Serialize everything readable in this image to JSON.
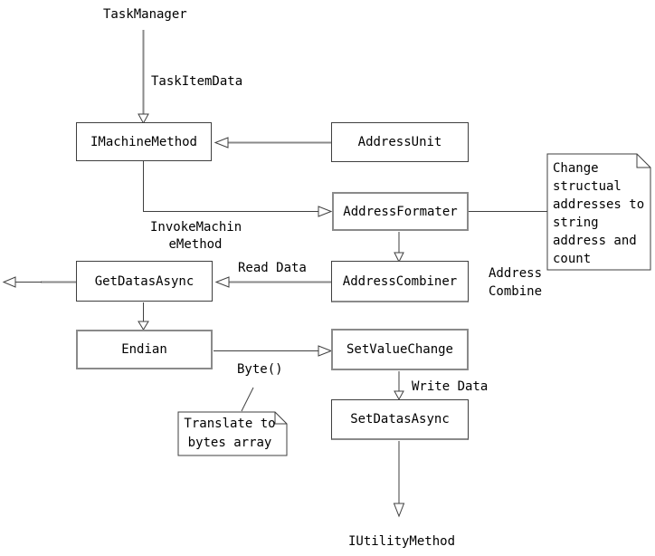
{
  "diagram": {
    "external_labels": {
      "task_manager": "TaskManager",
      "iutility_method": "IUtilityMethod"
    },
    "nodes": [
      {
        "id": "imachinemethod",
        "label": "IMachineMethod"
      },
      {
        "id": "addressunit",
        "label": "AddressUnit"
      },
      {
        "id": "addressformater",
        "label": "AddressFormater"
      },
      {
        "id": "getdatasasync",
        "label": "GetDatasAsync"
      },
      {
        "id": "addresscombiner",
        "label": "AddressCombiner"
      },
      {
        "id": "endian",
        "label": "Endian"
      },
      {
        "id": "setvaluechange",
        "label": "SetValueChange"
      },
      {
        "id": "setdatasasync",
        "label": "SetDatasAsync"
      }
    ],
    "edge_labels": {
      "task_item_data": "TaskItemData",
      "invoke_machine_line1": "InvokeMachin",
      "invoke_machine_line2": "eMethod",
      "read_data": "Read Data",
      "address_combine_line1": "Address",
      "address_combine_line2": "Combine",
      "byte": "Byte()",
      "write_data": "Write Data"
    },
    "notes": [
      {
        "lines": [
          "Change",
          "structual",
          "addresses to",
          "string",
          "address and",
          "count"
        ]
      },
      {
        "lines": [
          "Translate to",
          "bytes array"
        ]
      }
    ],
    "colors": {
      "background": "#ffffff",
      "line_gray": "#8a8a8a",
      "line_dark": "#3f3f3f",
      "text": "#000000"
    }
  }
}
